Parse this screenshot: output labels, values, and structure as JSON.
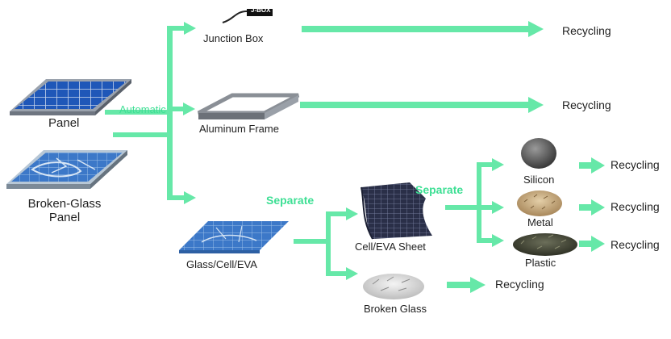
{
  "colors": {
    "arrow": "#66e8a8",
    "label_green": "#3ddf94"
  },
  "inputs": {
    "panel": "Panel",
    "broken_panel_line1": "Broken-Glass",
    "broken_panel_line2": "Panel"
  },
  "steps": {
    "automatic": "Automatic",
    "separate_1": "Separate",
    "separate_2": "Separate"
  },
  "components": {
    "jbox_tag": "J-BOX",
    "junction_box": "Junction Box",
    "aluminum_frame": "Aluminum Frame",
    "glass_cell_eva": "Glass/Cell/EVA",
    "cell_eva_sheet": "Cell/EVA Sheet",
    "broken_glass": "Broken Glass",
    "silicon": "Silicon",
    "metal": "Metal",
    "plastic": "Plastic"
  },
  "outputs": {
    "junction_box": "Recycling",
    "aluminum_frame": "Recycling",
    "silicon": "Recycling",
    "metal": "Recycling",
    "plastic": "Recycling",
    "broken_glass": "Recycling"
  }
}
